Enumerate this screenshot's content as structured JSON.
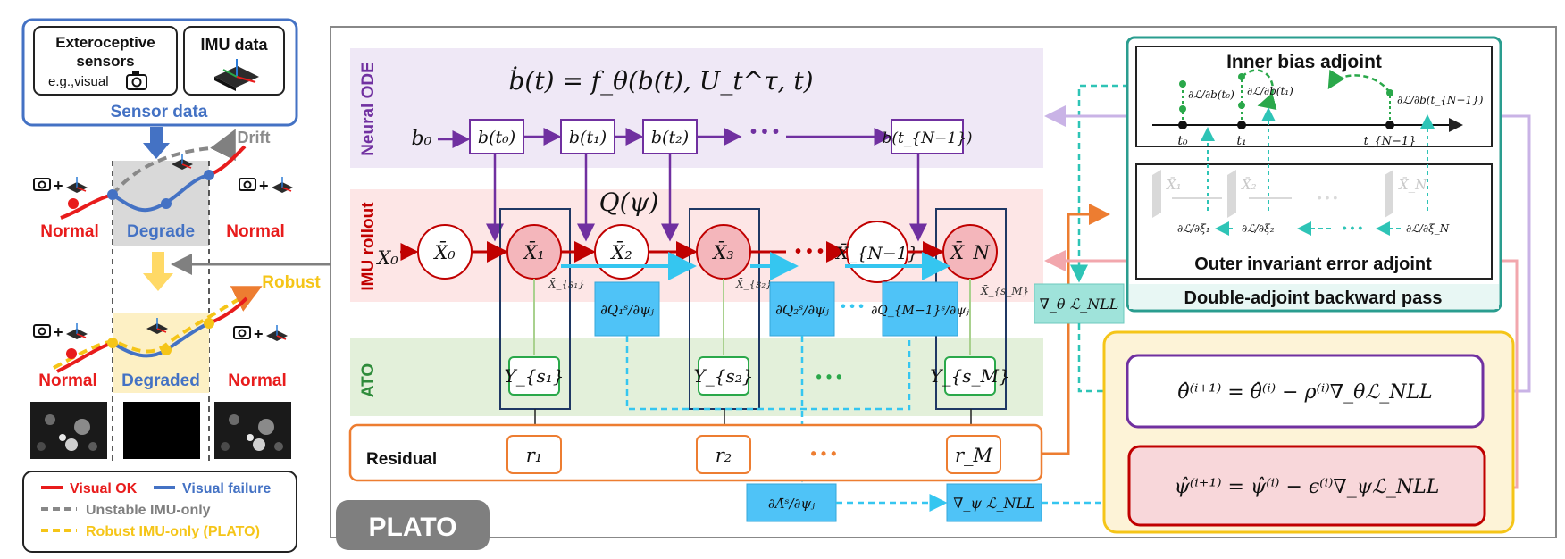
{
  "left_panel": {
    "sensor_box": {
      "exteroceptive_line1": "Exteroceptive",
      "exteroceptive_line2": "sensors",
      "exteroceptive_example": "e.g.,visual",
      "imu_label": "IMU data",
      "caption": "Sensor data"
    },
    "top_scenario": {
      "drift": "Drift",
      "normal_left": "Normal",
      "degrade": "Degrade",
      "normal_right": "Normal"
    },
    "bottom_scenario": {
      "robust": "Robust",
      "normal_left": "Normal",
      "degraded": "Degraded",
      "normal_right": "Normal"
    },
    "legend": {
      "visual_ok": "Visual OK",
      "visual_failure": "Visual failure",
      "unstable": "Unstable IMU-only",
      "robust": "Robust IMU-only (PLATO)"
    }
  },
  "main": {
    "band_labels": {
      "neural_ode": "Neural ODE",
      "imu_rollout": "IMU rollout",
      "ato": "ATO"
    },
    "equation_ode": "ḃ(t) = f_θ(b(t), U_t^τ, t)",
    "b0": "b₀",
    "bias_nodes": [
      "b(t₀)",
      "b(t₁)",
      "b(t₂)",
      "b(t_{N−1})"
    ],
    "x0": "X₀",
    "state_nodes": [
      "X̄₀",
      "X̄₁",
      "X̄₂",
      "X̄₃",
      "X̄_{N−1}",
      "X̄_N"
    ],
    "q_psi": "Q(ψ)",
    "sample_labels": [
      "X̄_{s₁}",
      "X̄_{s₂}",
      "X̄_{s_M}"
    ],
    "dq_boxes": [
      "∂Q₁ˢ/∂ψⱼ",
      "∂Q₂ˢ/∂ψⱼ",
      "∂Q_{M−1}ˢ/∂ψⱼ"
    ],
    "observations": [
      "Y_{s₁}",
      "Y_{s₂}",
      "Y_{s_M}"
    ],
    "residual_label": "Residual",
    "residuals": [
      "r₁",
      "r₂",
      "r_M"
    ],
    "dlambda": "∂Λ̄ˢ/∂ψⱼ",
    "grad_psi": "∇_ψ ℒ_NLL",
    "grad_theta": "∇_θ ℒ_NLL",
    "ellipsis": "• • •",
    "watermark": "PLATO"
  },
  "adjoint": {
    "inner_title": "Inner bias adjoint",
    "inner_terms": [
      "∂ℒ/∂b(t₀)",
      "∂ℒ/∂b(t₁)",
      "∂ℒ/∂b(t_{N−1})"
    ],
    "time_ticks": [
      "t₀",
      "t₁",
      "t_{N−1}"
    ],
    "outer_terms": [
      "∂ℒ/∂ξ₁",
      "∂ℒ/∂ξ₂",
      "∂ℒ/∂ξ_N"
    ],
    "outer_faded": [
      "X̄₁",
      "X̄₂",
      "X̄_N"
    ],
    "outer_title": "Outer invariant error adjoint",
    "caption": "Double-adjoint backward pass"
  },
  "updates": {
    "theta_update": "θ̂⁽ⁱ⁺¹⁾ = θ̂⁽ⁱ⁾ − ρ⁽ⁱ⁾∇_θℒ_NLL",
    "psi_update": "ψ̂⁽ⁱ⁺¹⁾ = ψ̂⁽ⁱ⁾ − ϵ⁽ⁱ⁾∇_ψℒ_NLL"
  },
  "colors": {
    "blue": "#4472c4",
    "red": "#e81c1c",
    "purple": "#7030a0",
    "gold": "#f5c518",
    "cyan": "#35c6f0",
    "teal": "#2a9d8f",
    "orange": "#ed7d31",
    "green": "#2e8b3a"
  }
}
